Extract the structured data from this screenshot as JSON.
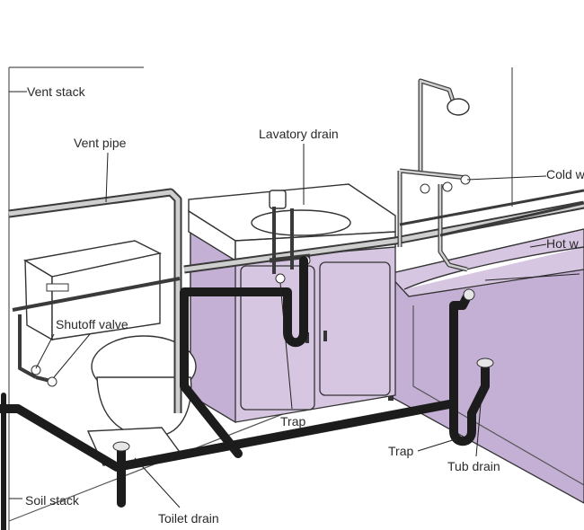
{
  "labels": {
    "vent_stack": "Vent stack",
    "vent_pipe": "Vent pipe",
    "lavatory_drain": "Lavatory drain",
    "cold_water": "Cold w",
    "hot_water": "Hot w",
    "shutoff_valve": "Shutoff valve",
    "trap_lavatory": "Trap",
    "trap_tub": "Trap",
    "tub_drain": "Tub drain",
    "soil_stack": "Soil stack",
    "toilet_drain": "Toilet drain"
  },
  "colors": {
    "fixture_tint": "#d6c6e2",
    "drain_pipe": "#1c1c1c",
    "supply_pipe": "#3a3a3a"
  }
}
